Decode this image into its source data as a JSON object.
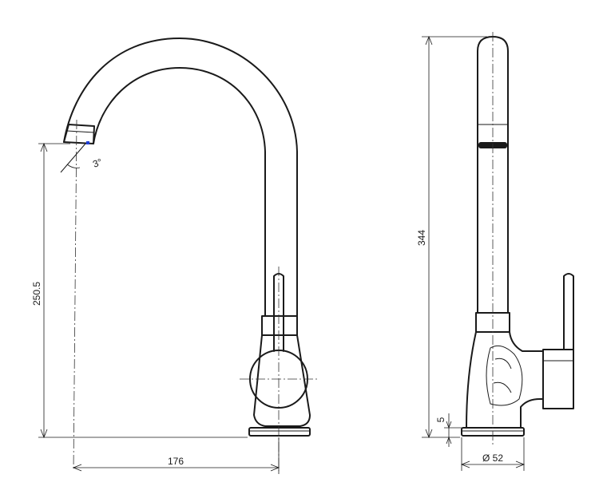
{
  "dimensions": {
    "height_spout": "250.5",
    "reach": "176",
    "total_height": "344",
    "base_height": "5",
    "base_diameter": "Ø 52",
    "spout_angle": "3°"
  },
  "colors": {
    "line": "#1a1a1a",
    "marker": "#1f3fd8"
  }
}
